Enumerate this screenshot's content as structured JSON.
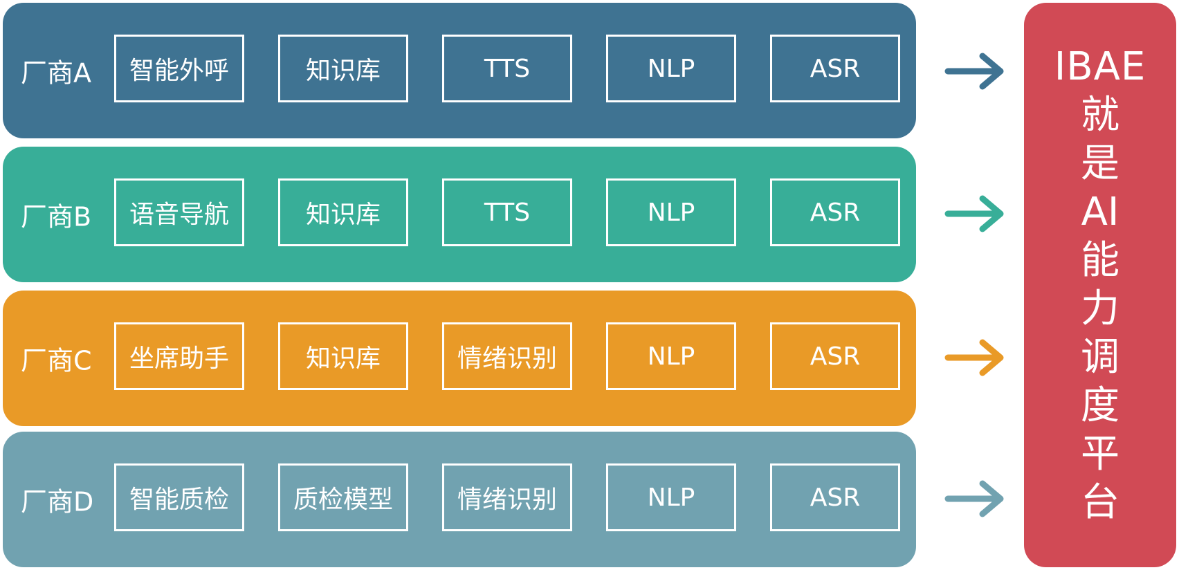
{
  "rows": [
    {
      "label": "厂商A",
      "color": "#3f7392",
      "cells": [
        "智能外呼",
        "知识库",
        "TTS",
        "NLP",
        "ASR"
      ]
    },
    {
      "label": "厂商B",
      "color": "#38ae98",
      "cells": [
        "语音导航",
        "知识库",
        "TTS",
        "NLP",
        "ASR"
      ]
    },
    {
      "label": "厂商C",
      "color": "#e99a27",
      "cells": [
        "坐席助手",
        "知识库",
        "情绪识别",
        "NLP",
        "ASR"
      ]
    },
    {
      "label": "厂商D",
      "color": "#71a2b0",
      "cells": [
        "智能质检",
        "质检模型",
        "情绪识别",
        "NLP",
        "ASR"
      ]
    }
  ],
  "platform": {
    "head": "IBAE",
    "chars": [
      "就",
      "是",
      "AI",
      "能",
      "力",
      "调",
      "度",
      "平",
      "台"
    ],
    "color": "#d14a55"
  },
  "icons": {
    "arrow": "arrow-right-icon"
  }
}
